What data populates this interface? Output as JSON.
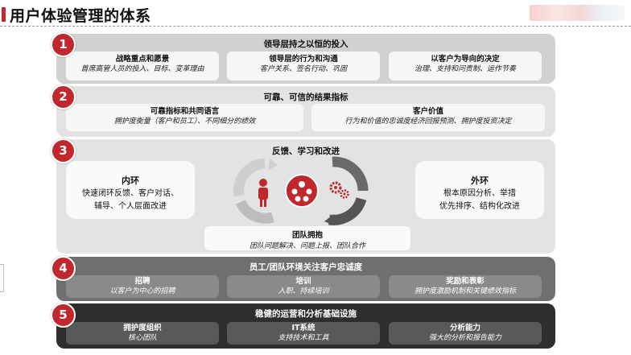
{
  "page": {
    "title": "用户体验管理的体系"
  },
  "sections": [
    {
      "number": "1",
      "title": "领导层持之以恒的投入",
      "boxes": [
        {
          "title": "战略重点和愿景",
          "subtitle": "首席高管人员的投入、目标、变革理由"
        },
        {
          "title": "领导层的行为和沟通",
          "subtitle": "客户关系、签名行动、巩固"
        },
        {
          "title": "以客户为导向的决定",
          "subtitle": "治理、支持和问责制、运作节奏"
        }
      ]
    },
    {
      "number": "2",
      "title": "可靠、可信的结果指标",
      "boxes": [
        {
          "title": "可靠指标和共同语言",
          "subtitle": "拥护度衡量（客户和员工）、不同细分的绩效"
        },
        {
          "title": "客户价值",
          "subtitle": "行为和价值的忠诚度经济回报预测、拥护度投资决定"
        }
      ]
    },
    {
      "number": "3",
      "title": "反馈、学习和改进",
      "inner_loop": {
        "title": "内环",
        "lines": [
          "快速闭环反馈、客户对话、",
          "辅导、个人层面改进"
        ]
      },
      "outer_loop": {
        "title": "外环",
        "lines": [
          "根本原因分析、举措",
          "优先排序、结构化改进"
        ]
      },
      "team": {
        "title": "团队拥抱",
        "subtitle": "团队问题解决、问题上报、团队合作"
      }
    },
    {
      "number": "4",
      "title": "员工/团队环境关注客户忠诚度",
      "boxes": [
        {
          "title": "招聘",
          "subtitle": "以客户为中心的招聘"
        },
        {
          "title": "培训",
          "subtitle": "入职、持续培训"
        },
        {
          "title": "奖励和表彰",
          "subtitle": "拥护度激励机制和关键绩效指标"
        }
      ]
    },
    {
      "number": "5",
      "title": "稳健的运营和分析基础设施",
      "boxes": [
        {
          "title": "拥护度组织",
          "subtitle": "核心团队"
        },
        {
          "title": "IT系统",
          "subtitle": "支持技术和工具"
        },
        {
          "title": "分析能力",
          "subtitle": "强大的分析和报告能力"
        }
      ]
    }
  ],
  "colors": {
    "accent": "#c0282d",
    "band1": "#d1d1d1",
    "band2": "#e3e3e3",
    "band4": "#6f6f6f",
    "band5": "#2e2e2e"
  },
  "icons": [
    "person-icon",
    "customer-network-icon",
    "gears-icon"
  ]
}
